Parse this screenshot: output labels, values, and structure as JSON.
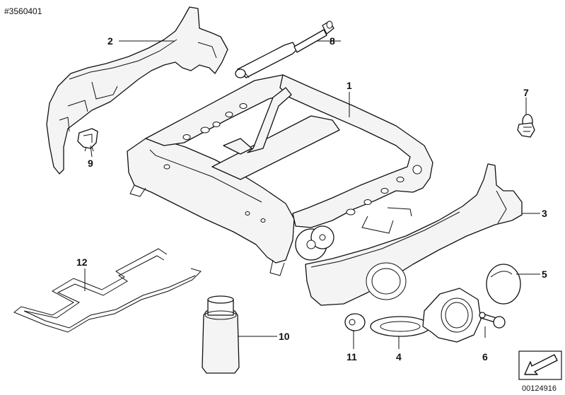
{
  "diagram_number": "#3560401",
  "image_number": "00124916",
  "callouts": [
    {
      "id": "1",
      "text": "1"
    },
    {
      "id": "2",
      "text": "2"
    },
    {
      "id": "3",
      "text": "3"
    },
    {
      "id": "4",
      "text": "4"
    },
    {
      "id": "5",
      "text": "5"
    },
    {
      "id": "6",
      "text": "6"
    },
    {
      "id": "7",
      "text": "7"
    },
    {
      "id": "8",
      "text": "8"
    },
    {
      "id": "9",
      "text": "9"
    },
    {
      "id": "10",
      "text": "10"
    },
    {
      "id": "11",
      "text": "11"
    },
    {
      "id": "12",
      "text": "12"
    }
  ],
  "icons": {
    "nav_arrow": "arrow-down-left-icon"
  }
}
